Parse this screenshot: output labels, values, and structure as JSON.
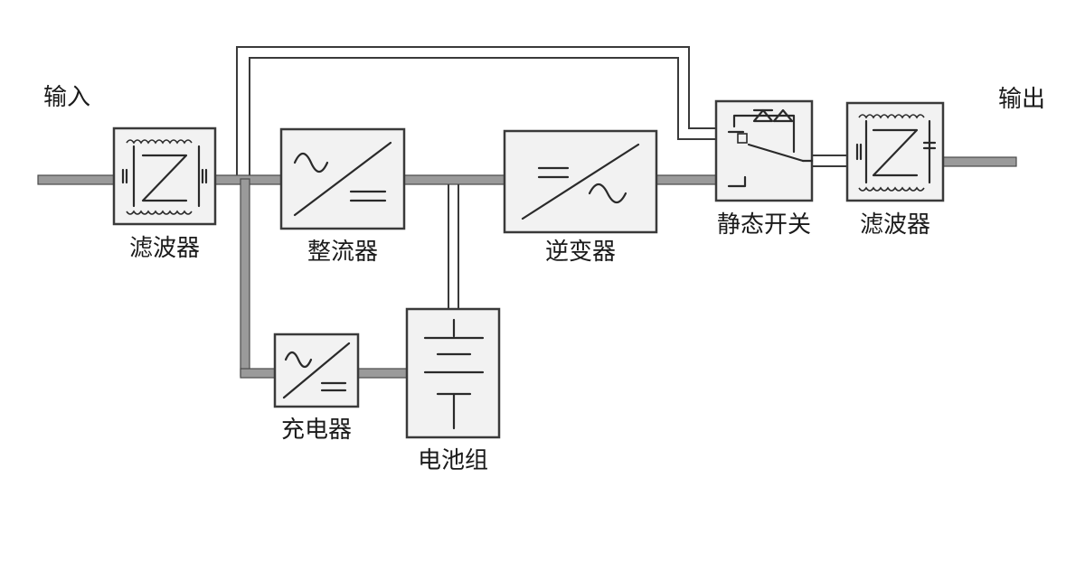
{
  "diagram": {
    "labels": {
      "input": "输入",
      "output": "输出",
      "input_filter": "滤波器",
      "rectifier": "整流器",
      "inverter": "逆变器",
      "static_switch": "静态开关",
      "output_filter": "滤波器",
      "charger": "充电器",
      "battery": "电池组"
    },
    "colors": {
      "bus_fill": "#9a9a9a",
      "box_fill": "#f2f2f2",
      "line": "#3a3a3a"
    },
    "icons": {
      "filter": "lc-filter-icon",
      "rectifier": "ac-to-dc-icon",
      "inverter": "dc-to-ac-icon",
      "charger": "ac-to-dc-icon",
      "battery": "battery-icon",
      "static_switch": "thyristor-switch-icon"
    }
  }
}
